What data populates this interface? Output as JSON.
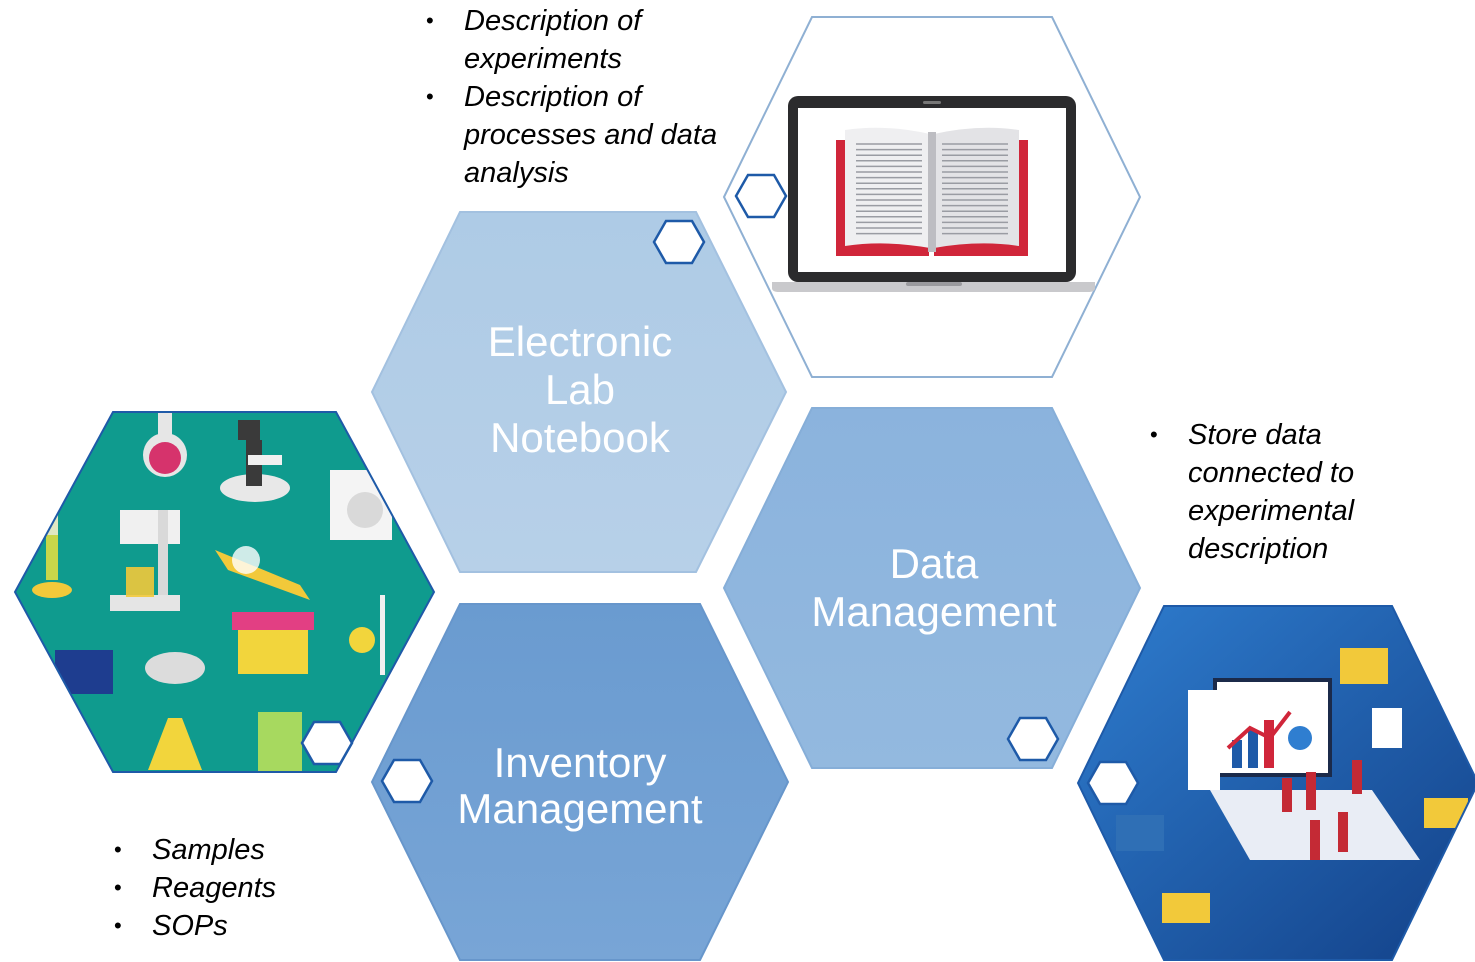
{
  "hexagons": {
    "eln": {
      "line1": "Electronic",
      "line2": "Lab",
      "line3": "Notebook",
      "color": "#b1cbe5"
    },
    "data": {
      "line1": "Data",
      "line2": "Management",
      "color": "#8db4dc"
    },
    "inventory": {
      "line1": "Inventory",
      "line2": "Management",
      "color": "#6d9ccf"
    }
  },
  "eln_notes": [
    "Description of experiments",
    "Description of processes and data analysis"
  ],
  "data_notes": [
    "Store data connected to experimental description"
  ],
  "inventory_notes": [
    "Samples",
    "Reagents",
    "SOPs"
  ],
  "colors": {
    "accent_blue": "#1e5aa8",
    "teal": "#0f9b8e",
    "book_red": "#d0263a",
    "outline": "#2f6fb5"
  }
}
